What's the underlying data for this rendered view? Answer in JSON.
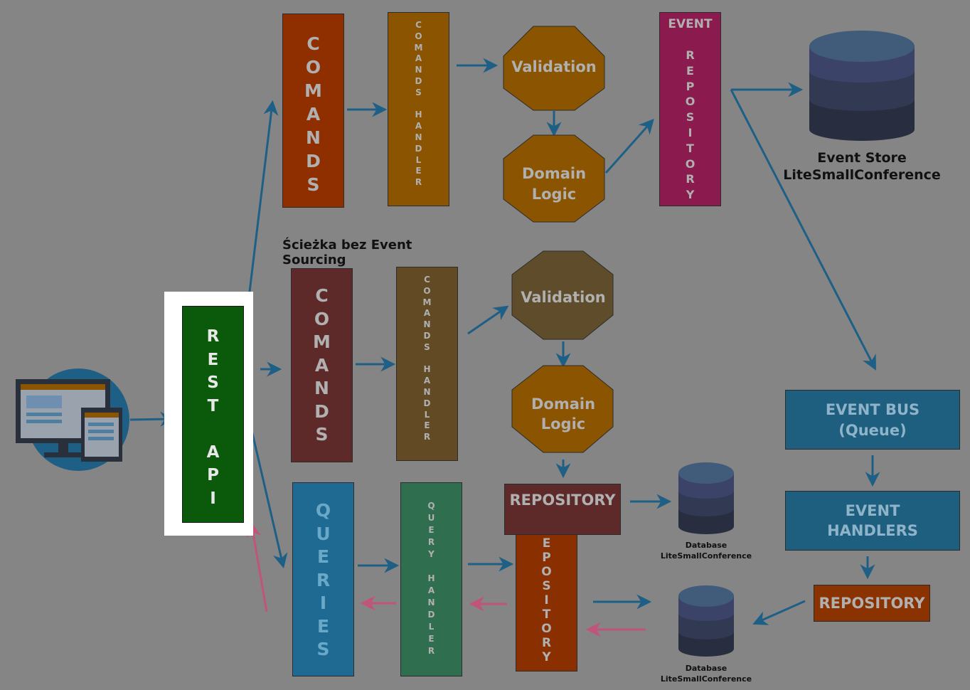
{
  "colors": {
    "background": "#858585",
    "arrow_blue": "#1e5f86",
    "arrow_pink": "#c0547a",
    "comands_top": "#8f2f00",
    "handler_top": "#8b5400",
    "orange_node": "#8b5400",
    "event_repo": "#8b1a4e",
    "comands_mid": "#5d2929",
    "handler_mid": "#614a24",
    "brown_node": "#5e4c2a",
    "queries": "#1e6a93",
    "query_handler": "#2f6e4f",
    "repo_mid": "#5d2929",
    "repo_low": "#8a2f00",
    "event_bus": "#1e5f80",
    "event_handlers": "#1e5f80",
    "repo_right": "#8a3200",
    "rest_api": "#0b5a0b",
    "db_cap": "#415b7a",
    "db_mid1": "#3b4468",
    "db_mid2": "#313a52",
    "db_bottom": "#282e40",
    "text_light": "#b0b0b0",
    "text_white": "#e8e8e8"
  },
  "rest_api": {
    "label": "R\nE\nS\nT\n\nA\nP\nI"
  },
  "top_row": {
    "comands": "C\nO\nM\nA\nN\nD\nS",
    "comands_handler": "C\nO\nM\nA\nN\nD\nS\n\nH\nA\nN\nD\nL\nE\nR",
    "validation": "Validation",
    "domain_logic_1": "Domain",
    "domain_logic_2": "Logic",
    "event_repository_title": "EVENT",
    "event_repository_vertical": "R\nE\nP\nO\nS\nI\nT\nO\nR\nY",
    "event_store_line1": "Event Store",
    "event_store_line2": "LiteSmallConference"
  },
  "middle_row": {
    "path_label": "Ścieżka bez Event Sourcing",
    "comands": "C\nO\nM\nA\nN\nD\nS",
    "comands_handler": "C\nO\nM\nA\nN\nD\nS\n\nH\nA\nN\nD\nL\nE\nR",
    "validation": "Validation",
    "domain_logic_1": "Domain",
    "domain_logic_2": "Logic",
    "repository": "REPOSITORY",
    "database_line1": "Database",
    "database_line2": "LiteSmallConference"
  },
  "bottom_row": {
    "queries": "Q\nU\nE\nR\nI\nE\nS",
    "query_handler": "Q\nU\nE\nR\nY\n\nH\nA\nN\nD\nL\nE\nR",
    "repository_vertical": "E\nP\nO\nS\nI\nT\nO\nR\nY",
    "database_line1": "Database",
    "database_line2": "LiteSmallConference"
  },
  "right_column": {
    "event_bus_1": "EVENT BUS",
    "event_bus_2": "(Queue)",
    "event_handlers_1": "EVENT",
    "event_handlers_2": "HANDLERS",
    "repository": "REPOSITORY"
  },
  "icons": {
    "client": "desktop-and-tablet-icon",
    "database": "database-cylinder-icon"
  }
}
